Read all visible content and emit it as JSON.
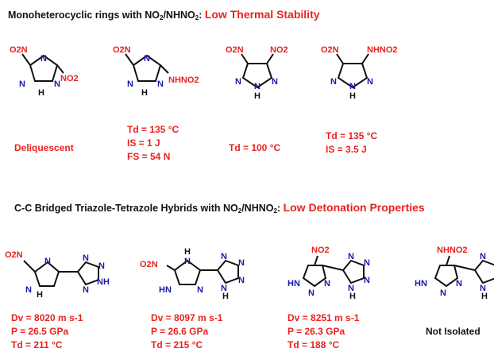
{
  "section1": {
    "title_prefix": "Monoheterocyclic rings with NO",
    "title_sub": "2",
    "title_mid": "/NHNO",
    "title_sub2": "2",
    "title_colon": ": ",
    "title_emph": "Low Thermal Stability"
  },
  "section2": {
    "title_prefix": "C-C Bridged Triazole-Tetrazole Hybrids with NO",
    "title_sub": "2",
    "title_mid": "/NHNO",
    "title_sub2": "2",
    "title_colon": ": ",
    "title_emph": "Low Detonation Properties"
  },
  "atoms": {
    "NO2": "NO2",
    "O2N": "O2N",
    "NHNO2": "NHNO2",
    "N": "N",
    "H": "H",
    "HN": "HN",
    "NH": "NH",
    "O2N_eq": "O2N"
  },
  "mono": [
    {
      "props": [
        "Deliquescent"
      ]
    },
    {
      "props": [
        "Td = 135 °C",
        "IS = 1 J",
        "FS = 54 N"
      ]
    },
    {
      "props": [
        "Td = 100 °C"
      ]
    },
    {
      "props": [
        "Td = 135 °C",
        "IS = 3.5 J"
      ]
    }
  ],
  "hybrid": [
    {
      "dv": "Dv = 8020 m s-1",
      "p": "P = 26.5 GPa",
      "td": "Td = 211 °C"
    },
    {
      "dv": "Dv = 8097 m s-1",
      "p": "P = 26.6 GPa",
      "td": "Td = 215 °C"
    },
    {
      "dv": "Dv = 8251 m s-1",
      "p": "P = 26.3 GPa",
      "td": "Td = 188 °C"
    },
    {
      "status": "Not Isolated"
    }
  ],
  "colors": {
    "accent_red": "#e8231f",
    "nitrogen_blue": "#1a1aa8",
    "text": "#111111"
  }
}
